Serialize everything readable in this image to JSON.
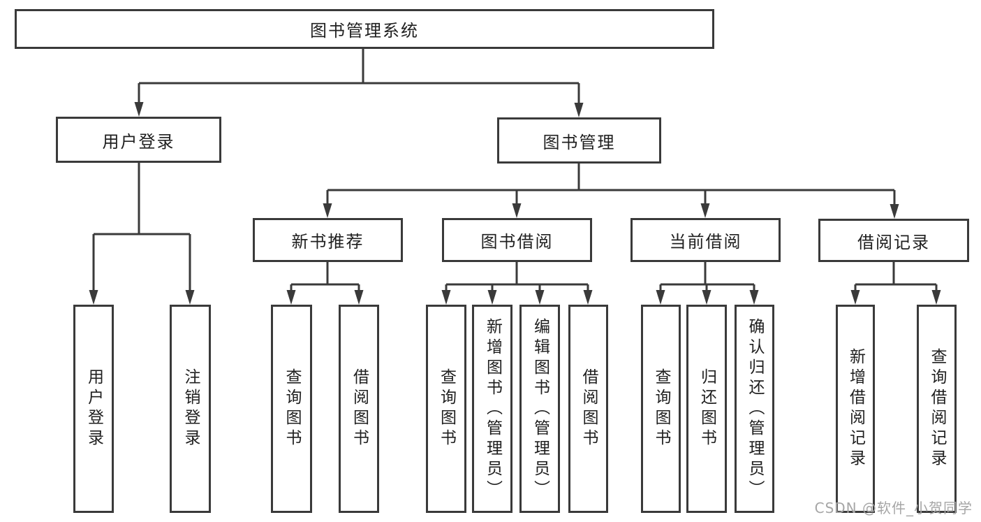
{
  "diagram": {
    "root": {
      "label": "图书管理系统"
    },
    "branches": [
      {
        "label": "用户登录",
        "children": [
          {
            "label": "用户登录"
          },
          {
            "label": "注销登录"
          }
        ]
      },
      {
        "label": "图书管理",
        "children": [
          {
            "label": "新书推荐",
            "children": [
              {
                "label": "查询图书"
              },
              {
                "label": "借阅图书"
              }
            ]
          },
          {
            "label": "图书借阅",
            "children": [
              {
                "label": "查询图书"
              },
              {
                "label": "新增图书（管理员）"
              },
              {
                "label": "编辑图书（管理员）"
              },
              {
                "label": "借阅图书"
              }
            ]
          },
          {
            "label": "当前借阅",
            "children": [
              {
                "label": "查询图书"
              },
              {
                "label": "归还图书"
              },
              {
                "label": "确认归还（管理员）"
              }
            ]
          },
          {
            "label": "借阅记录",
            "children": [
              {
                "label": "新增借阅记录"
              },
              {
                "label": "查询借阅记录"
              }
            ]
          }
        ]
      }
    ]
  },
  "watermark": {
    "text": "CSDN @软件_小贺同学"
  },
  "colors": {
    "line": "#3a3a3a",
    "border": "#3a3a3a",
    "text": "#1f1f1f",
    "watermark": "#a6a6a6",
    "background": "#ffffff"
  }
}
